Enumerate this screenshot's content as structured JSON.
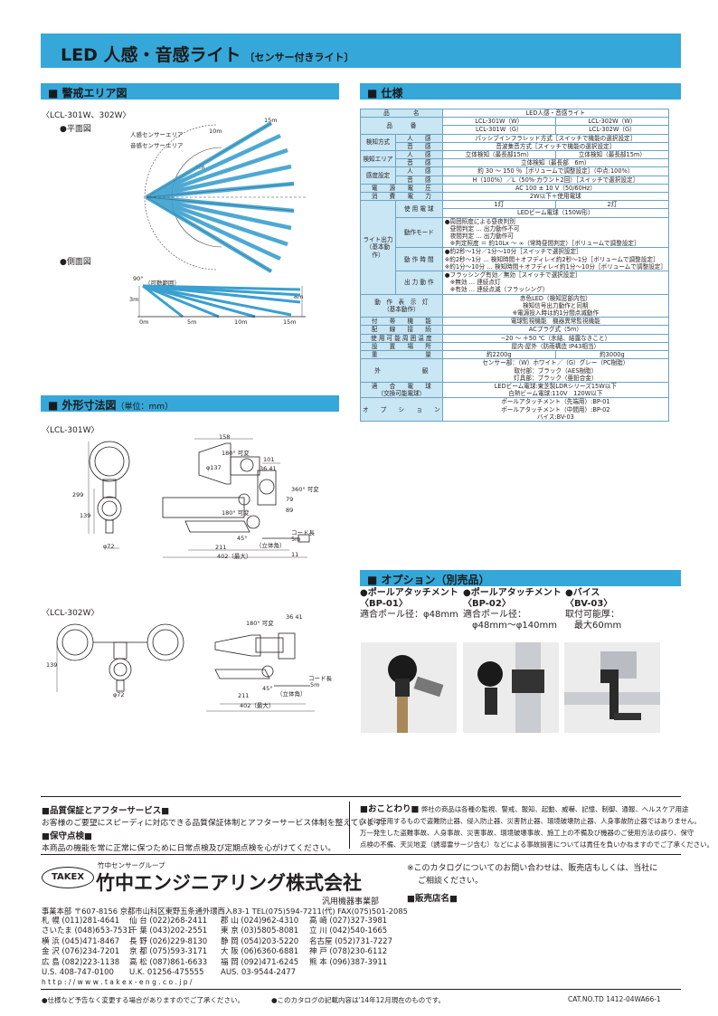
{
  "banner": {
    "title": "LED 人感・音感ライト",
    "subtitle": "〔センサー付きライト〕"
  },
  "sections": {
    "area": "■ 警戒エリア図",
    "spec": "■ 仕様",
    "dimensions": "■ 外形寸法図",
    "dimensions_unit": "（単位：mm）",
    "options": "■ オプション（別売品）"
  },
  "area_diagram": {
    "model": "〈LCL-301W、302W〉",
    "plan_view": "●平面図",
    "side_view": "●側面図",
    "human_sensor_area": "人感センサーエリア",
    "sound_sensor_area": "音感センサーエリア",
    "d15": "15m",
    "d10": "10m",
    "d5": "5m",
    "angle": "90°",
    "adjustable_range": "（可動範囲）",
    "h3": "3m",
    "h8": "8m",
    "ground": "0m",
    "g5": "5m",
    "g10": "10m",
    "g15": "15m"
  },
  "dims_301": {
    "model": "〈LCL-301W〉",
    "d299": "299",
    "d139": "139",
    "d72": "φ72",
    "d158": "158",
    "d180": "180° 可変",
    "d137": "φ137",
    "d101": "101",
    "d3641": "36  41",
    "d360": "360° 可変",
    "d79": "79",
    "d89": "89",
    "d180b": "180° 可変",
    "d45": "45°",
    "stand": "（立体角）",
    "cord": "コード長",
    "cord5": "5m",
    "d211": "211",
    "d402": "402（最大）",
    "d11": "11"
  },
  "dims_302": {
    "model": "〈LCL-302W〉",
    "d139": "139",
    "d72": "φ72",
    "d180": "180° 可変",
    "d3641": "36  41",
    "d45": "45°",
    "stand": "（立体角）",
    "cord": "コード長",
    "cord5": "5m",
    "d211": "211",
    "d402": "402（最大）"
  },
  "spec": {
    "r_name": [
      "品　　　　名",
      "LED人感・音感ライト"
    ],
    "r_model_label": "品　　　番",
    "r_model": [
      "LCL-301W（W）",
      "LCL-301W（G）",
      "LCL-302W（W）",
      "LCL-302W（G）"
    ],
    "detect_method": "検知方式",
    "human": "人　　感",
    "sound": "音　　感",
    "detect_human": "パッシブインフラレッド方式［スイッチで機能の選択設定］",
    "detect_sound": "音波集音方式［スイッチで機能の選択設定］",
    "detect_area": "検知エリア",
    "area_human_1": "立体検知（最長部15m）",
    "area_human_2": "立体検知（最長部15m）",
    "area_sound": "立体検知（最長部　6m）",
    "sensitivity": "感度設定",
    "sens_human": "約 30 ～ 150 ％［ボリュームで調整設定］（中点:100%）",
    "sens_sound": "H（100%）／L（50%·カウント2回）［スイッチで選択設定］",
    "power_label": "電　　源　　電　　圧",
    "power": "AC 100 ± 10 V（50/60Hz）",
    "consumption_label": "消　　費　　電　　力",
    "consumption": "2W以下＋使用電球",
    "output_label": "ライト出力（基本動作）",
    "bulb_label": "使 用 電 球",
    "lamps1": "1灯",
    "lamps2": "2灯",
    "bulb": "LEDビーム電球（150W形）",
    "mode_label": "動作モード",
    "mode_1": "●周囲照度による昼夜判別",
    "mode_2": "昼間判定 … 出力動作不可",
    "mode_3": "夜間判定 … 出力動作可",
    "mode_4": "※判定照度 ＝ 約10Lx ～ ∞（常時昼間判定）［ボリュームで調整設定］",
    "time_label": "動 作 時 間",
    "time_1": "●約2秒～1分／1分～10分［スイッチで選択設定］",
    "time_2": "※約2秒～1分 … 検知時間＋オフディレイ約2秒～1分［ボリュームで調整設定］",
    "time_3": "※約1分～10分 … 検知時間＋オフディレイ約1分～10分［ボリュームで調整設定］",
    "out_label": "出 力 動 作",
    "out_1": "●フラッシング有効／無効［スイッチで選択設定］",
    "out_2": "※無効 … 連続点灯",
    "out_3": "※有効 … 連続点滅（フラッシング）",
    "indicator_label": "動　作　表　示　灯",
    "indicator_sub": "（基本動作）",
    "indicator_1": "赤色LED（検知窓部内包）",
    "indicator_2": "検知信号出力動作と同期",
    "indicator_3": "※電源投入時は約1分間点滅動作",
    "accessory_label": "付　　帯　　機　　能",
    "accessory": "電球監視機能　機器異常監視機能",
    "wiring_label": "配　　線　　接　　続",
    "wiring": "ACプラグ式（5m）",
    "temp_label": "使 用 可 能 周 囲 温 度",
    "temp": "−20 ～ ＋50 ℃（氷結、結露なきこと）",
    "install_label": "設　　置　　場　　所",
    "install": "屋内·屋外（防雨構造 IP43相当）",
    "weight_label": "重　　　　　　　　量",
    "weight1": "約2200g",
    "weight2": "約3000g",
    "appearance_label": "外　　　　　　　観",
    "appearance_1": "センサー部：（W）ホワイト／（G）グレー（PC樹脂）",
    "appearance_2": "取付部：ブラック（AES樹脂）",
    "appearance_3": "灯具部：ブラック（亜鉛合金）",
    "bulb_fit_label": "適　　合　　電　　球",
    "bulb_fit_sub": "（交換可能電球）",
    "bulb_fit_1": "LEDビーム電球:東芝製LDRシリーズ15W以下",
    "bulb_fit_2": "白熱ビーム電球:110V　120W以下",
    "option_label": "オ　　プ　　シ　　ョ　　ン",
    "option_1": "ポールアタッチメント（先端用）:BP-01",
    "option_2": "ポールアタッチメント（中間用）:BP-02",
    "option_3": "バイス:BV-03"
  },
  "options": [
    {
      "title": "●ポールアタッチメント",
      "code": "〈BP-01〉",
      "line1": "適合ポール径：φ48mm",
      "line2": ""
    },
    {
      "title": "●ポールアタッチメント",
      "code": "〈BP-02〉",
      "line1": "適合ポール径：",
      "line2": "φ48mm～φ140mm"
    },
    {
      "title": "●バイス",
      "code": "〈BV-03〉",
      "line1": "取付可能厚：",
      "line2": "最大60mm"
    }
  ],
  "footer": {
    "warranty_title": "■品質保証とアフターサービス■",
    "warranty_text": "お客様のご要望にスピーディに対応できる品質保証体制とアフターサービス体制を整えています。",
    "maintenance_title": "■保守点検■",
    "maintenance_text": "本商品の機能を常に正常に保つために日常点検及び定期点検を心がけてください。",
    "notice_title": "■おことわり■",
    "notice_1": "弊社の商品は各種の監視、警戒、報知、起動、威嚇、記憶、制御、通報、ヘルスケア用途",
    "notice_2": "などに使用するもので盗難防止器、侵入防止器、災害防止器、環境破壊防止器、人身事故防止器ではありません。",
    "notice_3": "万一発生した盗難事故、人身事故、災害事故、環境破壊事故、施工上の不備及び機器のご使用方法の誤り、保守",
    "notice_4": "点検の不備、天災地変（誘導雷サージ含む）などによる事故損害については責任を負いかねますのでご了承ください。",
    "takex": "TAKEX",
    "company_small": "竹中センサーグループ",
    "company": "竹中エンジニアリング株式会社",
    "division": "汎用機器事業部",
    "hq": "事業本部 〒607-8156 京都市山科区東野五条通外環西入83-1 TEL(075)594-7211(代) FAX(075)501-2085",
    "offices": [
      [
        "札 幌 (011)281-4641",
        "仙 台 (022)268-2411",
        "郡 山 (024)962-4310",
        "高 崎 (027)327-3981"
      ],
      [
        "さいたま (048)653-7531",
        "千 葉 (043)202-2551",
        "東 京 (03)5805-8081",
        "立 川 (042)540-1665"
      ],
      [
        "横 浜 (045)471-8467",
        "長 野 (026)229-8130",
        "静 岡 (054)203-5220",
        "名古屋 (052)731-7227"
      ],
      [
        "金 沢 (076)234-7201",
        "京 都 (075)593-3171",
        "大 阪 (06)6360-6881",
        "神 戸 (078)230-6112"
      ],
      [
        "広 島 (082)223-1138",
        "高 松 (087)861-6633",
        "福 岡 (092)471-6245",
        "熊 本 (096)387-3911"
      ],
      [
        "U.S. 408-747-0100",
        "U.K. 01256-475555",
        "AUS. 03-9544-2477",
        ""
      ]
    ],
    "url": "h t t p : / / w w w . t a k e x - e n g . c o . j p /",
    "inquiry_1": "※このカタログについてのお問い合わせは、販売店もしくは、当社に",
    "inquiry_2": "ご相談ください。",
    "dealer": "■販売店名■",
    "bottom_1": "●仕様など予告なく変更する場合がありますのでご了承ください。",
    "bottom_2": "●このカタログの記載内容は'14年12月現在のものです。",
    "catalog_no": "CAT.NO.TD 1412-04WA66-1"
  },
  "colors": {
    "accent": "#35a8d9",
    "beam": "#3aa0cf",
    "table_head": "#c9e6f4"
  }
}
